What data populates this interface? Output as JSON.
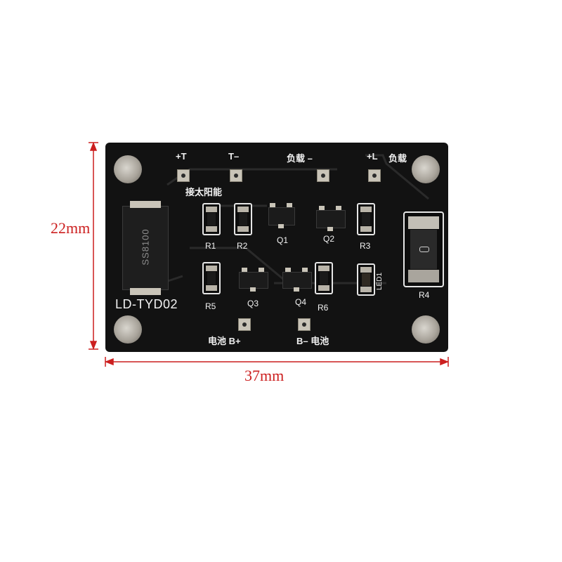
{
  "dimensions": {
    "height": "22mm",
    "width": "37mm"
  },
  "board": {
    "model": "LD-TYD02",
    "solar_label": "接太阳能",
    "battery_left": "电池 B+",
    "battery_right": "B– 电池",
    "load_left": "负载 –",
    "load_right": "负载",
    "solar_plus": "+T",
    "solar_minus": "T–",
    "load_plus": "+L",
    "diode_marking": "SS8100"
  },
  "components": {
    "R1": "R1",
    "R2": "R2",
    "R3": "R3",
    "R4": "R4",
    "R5": "R5",
    "R6": "R6",
    "Q1": "Q1",
    "Q2": "Q2",
    "Q3": "Q3",
    "Q4": "Q4",
    "LED1": "LED1"
  },
  "colors": {
    "dimension": "#cc1f1f",
    "pcb": "#121212",
    "silkscreen": "#f2f2f2"
  }
}
